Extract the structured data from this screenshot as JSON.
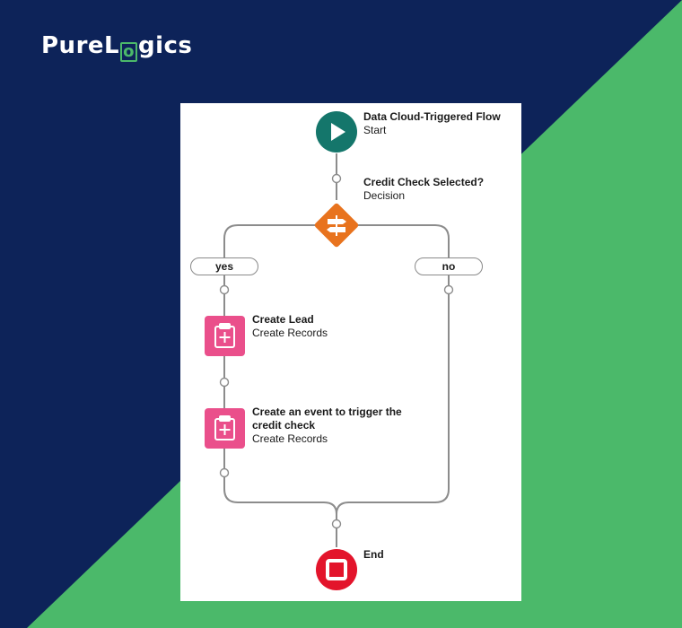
{
  "brand": {
    "name_part1": "Pure",
    "name_part2": "L",
    "name_part3": "o",
    "name_part4": "gics"
  },
  "colors": {
    "navy": "#0d2359",
    "green": "#4bb96a",
    "teal": "#14766b",
    "orange": "#e8731e",
    "pink": "#ea4f8b",
    "red": "#e3142b"
  },
  "flow": {
    "start": {
      "title": "Data Cloud-Triggered Flow",
      "subtitle": "Start",
      "icon": "play-icon"
    },
    "decision": {
      "title": "Credit Check Selected?",
      "subtitle": "Decision",
      "icon": "signpost-icon"
    },
    "branches": {
      "yes": "yes",
      "no": "no"
    },
    "create_lead": {
      "title": "Create Lead",
      "subtitle": "Create Records",
      "icon": "clipboard-plus-icon"
    },
    "create_event": {
      "title_line1": "Create an event to trigger the",
      "title_line2": "credit check",
      "subtitle": "Create Records",
      "icon": "clipboard-plus-icon"
    },
    "end": {
      "title": "End",
      "icon": "stop-icon"
    }
  }
}
